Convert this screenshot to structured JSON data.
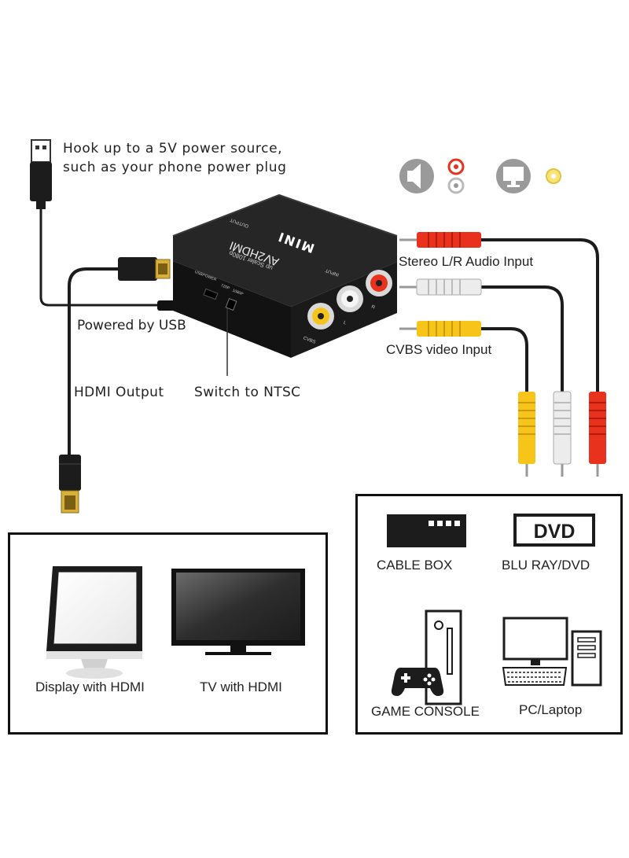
{
  "labels": {
    "usb_power_line1": "Hook up to a 5V power source,",
    "usb_power_line2": "such as your phone power plug",
    "powered_by_usb": "Powered by USB",
    "hdmi_output": "HDMI Output",
    "switch_ntsc": "Switch to NTSC",
    "stereo_input": "Stereo L/R Audio Input",
    "cvbs_input": "CVBS video Input"
  },
  "device": {
    "brand": "MINI",
    "model": "AV2HDMI",
    "subtitle": "up Scaler 1080p",
    "output_label": "OUTPUT",
    "input_label": "INPUT",
    "usb_power_label": "USBPOWER",
    "p720_label": "720P",
    "p1080_label": "1080P",
    "cvbs_label": "CVBS",
    "l_label": "L",
    "r_label": "R"
  },
  "outputs": {
    "display": "Display with HDMI",
    "tv": "TV with HDMI"
  },
  "sources": {
    "cable_box": "CABLE BOX",
    "dvd_badge": "DVD",
    "bluray": "BLU RAY/DVD",
    "game_console": "GAME CONSOLE",
    "pc": "PC/Laptop"
  },
  "colors": {
    "red_plug": "#e8321e",
    "white_plug": "#e6e6e6",
    "yellow_plug": "#f7c51a",
    "gold": "#d9b13a",
    "device_body": "#1b1b1b"
  },
  "icons": [
    "speaker-icon",
    "audio-jacks-icon",
    "monitor-icon",
    "video-jack-icon",
    "monitor-icon",
    "tv-icon",
    "cable-box-icon",
    "dvd-icon",
    "game-console-icon",
    "pc-icon"
  ]
}
